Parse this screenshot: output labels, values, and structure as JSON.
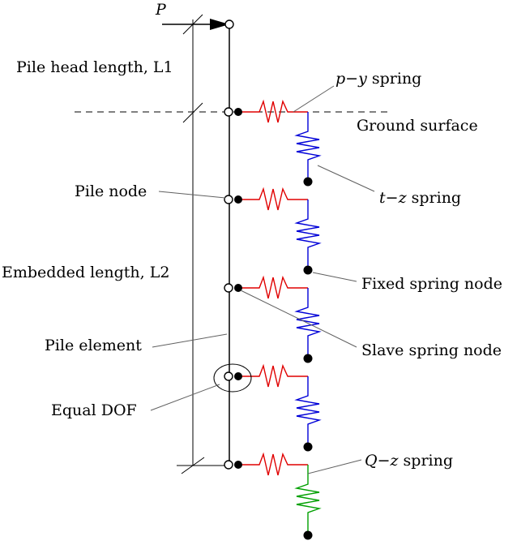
{
  "labels": {
    "load": "P",
    "pile_head_length": "Pile head length, L1",
    "py_spring_sym_p": "p",
    "py_spring_sym_dash": "−",
    "py_spring_sym_y": "y",
    "py_spring_word": " spring",
    "ground_surface": "Ground surface",
    "pile_node": "Pile node",
    "tz_spring_sym_t": "t",
    "tz_spring_sym_dash": "−",
    "tz_spring_sym_z": "z",
    "tz_spring_word": " spring",
    "embedded_length": "Embedded length, L2",
    "fixed_spring_node": "Fixed spring node",
    "pile_element": "Pile element",
    "slave_spring_node": "Slave spring node",
    "equal_dof": "Equal DOF",
    "qz_spring_sym_q": "Q",
    "qz_spring_sym_dash": "−",
    "qz_spring_sym_z": "z",
    "qz_spring_word": " spring"
  },
  "colors": {
    "line": "#000000",
    "py_spring": "#e00000",
    "tz_spring": "#0000d8",
    "qz_spring": "#00a000",
    "leader": "#606060"
  }
}
